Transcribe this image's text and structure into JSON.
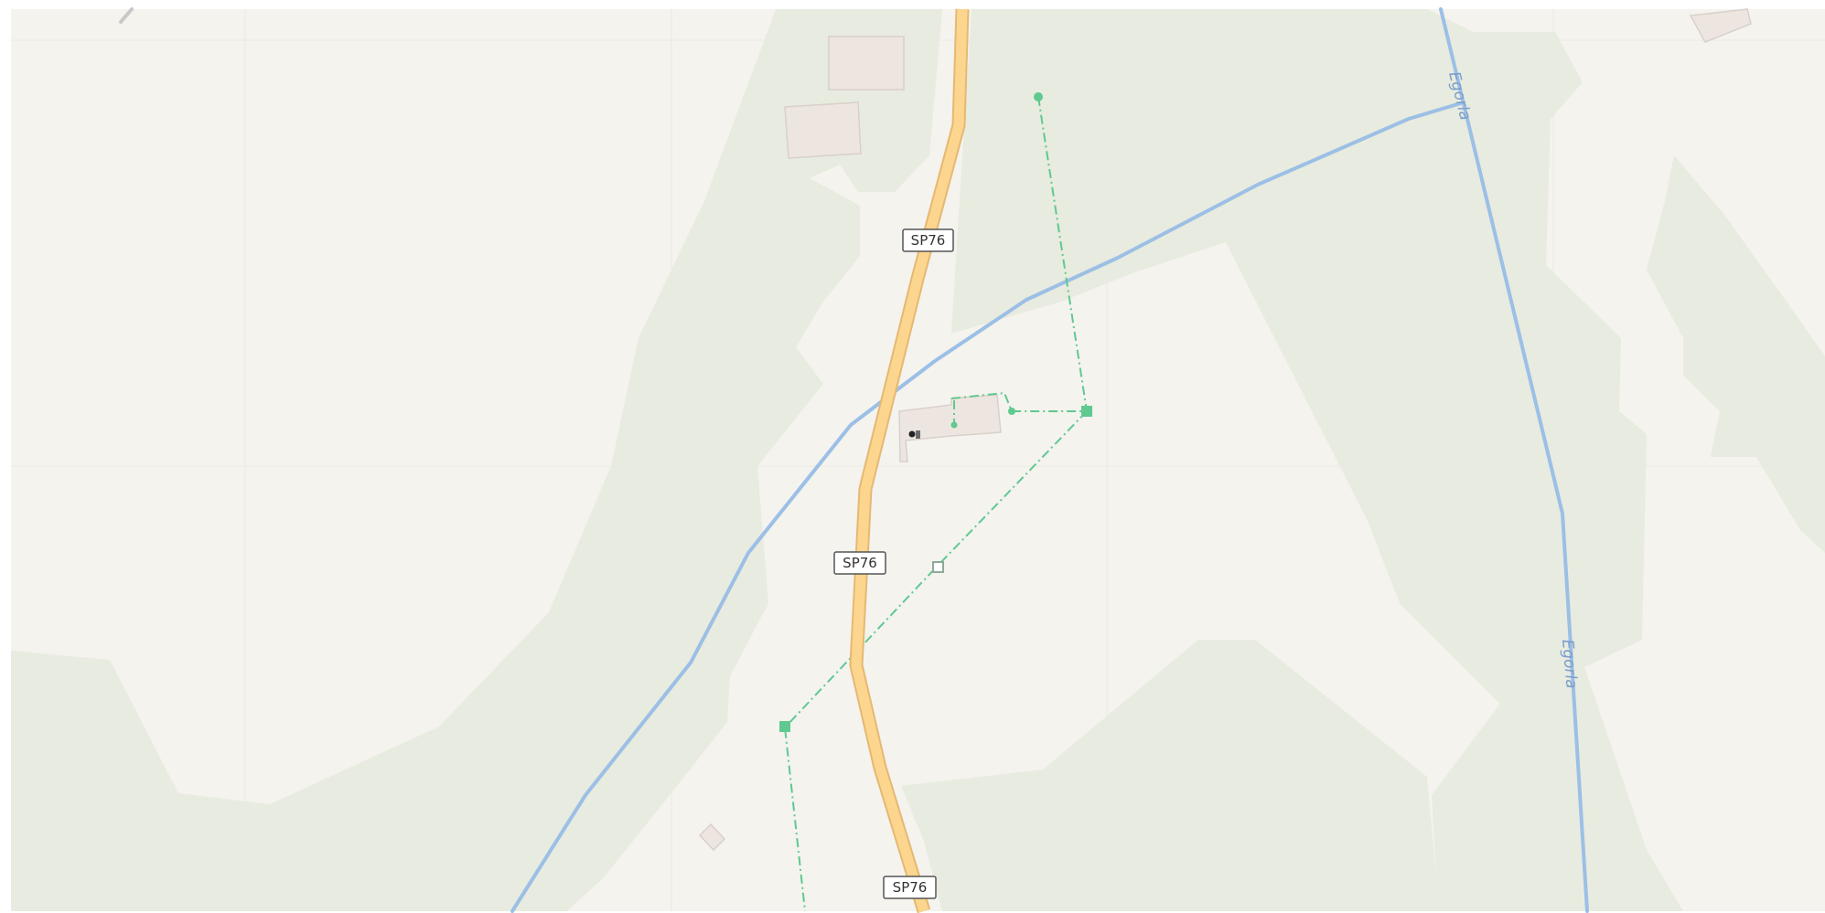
{
  "map": {
    "colors": {
      "background": "#f4f3ee",
      "woodland": "#e8ebdf",
      "building_fill": "#ede6e0",
      "building_stroke": "#d9d0c9",
      "road_fill": "#fcd68f",
      "road_casing": "#e6b872",
      "river": "#9cbfe6",
      "power_line": "#5fc98f",
      "grid_line": "#eceae4"
    },
    "road_labels": [
      "SP76",
      "SP76",
      "SP76"
    ],
    "river_labels": [
      "Egorla",
      "Egorla"
    ],
    "icons": [
      "place-of-worship-icon",
      "power-tower-icon",
      "power-pole-icon"
    ]
  }
}
